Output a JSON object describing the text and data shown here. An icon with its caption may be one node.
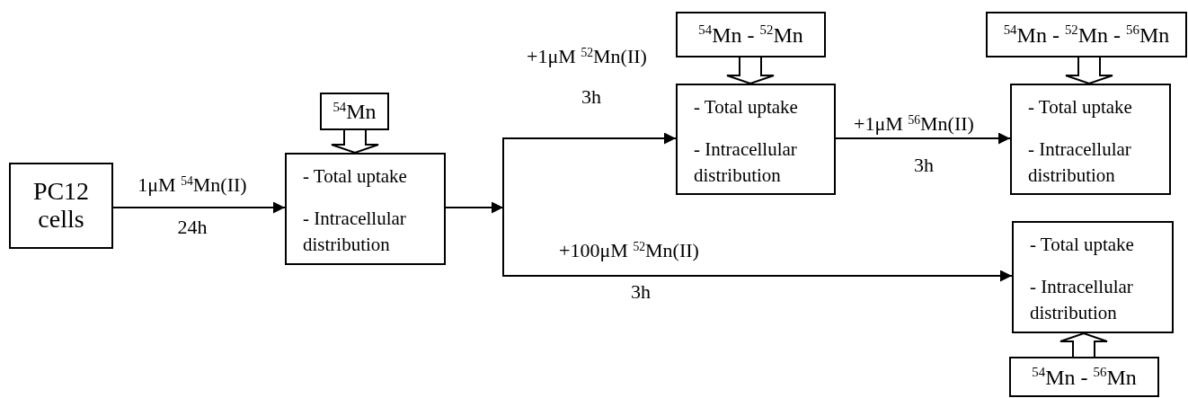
{
  "diagram": {
    "nodes": [
      {
        "text": [
          "PC12 cells"
        ]
      },
      {
        "text": [
          "$^{54}$Mn"
        ]
      },
      {
        "text": [
          "- Total uptake",
          "- Intracellular distribution"
        ]
      },
      {
        "text": [
          "$^{54}$Mn - $^{52}$Mn"
        ]
      },
      {
        "text": [
          "- Total uptake",
          "- Intracellular distribution"
        ]
      },
      {
        "text": [
          "$^{54}$Mn - $^{52}$Mn - $^{56}$Mn"
        ]
      },
      {
        "text": [
          "- Total uptake",
          "- Intracellular distribution"
        ]
      },
      {
        "text": [
          "- Total uptake",
          "- Intracellular distribution"
        ]
      },
      {
        "text": [
          "$^{54}$Mn - $^{56}$Mn"
        ]
      }
    ],
    "edges": [
      {
        "from": 0,
        "to": 2,
        "arrow": "to",
        "label": "1μM $^{54}$Mn(II)"
      },
      {
        "from": 1,
        "to": 2,
        "arrow": "to",
        "style": "thick"
      },
      {
        "from": 2,
        "to": 4,
        "arrow": "to",
        "label": "+1μM $^{52}$Mn(II)"
      },
      {
        "from": 2,
        "to": 7,
        "arrow": "to",
        "label": "+100μM $^{52}$Mn(II)"
      },
      {
        "from": 3,
        "to": 4,
        "arrow": "to",
        "style": "thick"
      },
      {
        "from": 4,
        "to": 6,
        "arrow": "to",
        "label": "+1μM $^{56}$Mn(II)"
      },
      {
        "from": 5,
        "to": 6,
        "arrow": "to",
        "style": "thick"
      },
      {
        "from": 8,
        "to": 7,
        "arrow": "to",
        "style": "thick"
      }
    ],
    "labels": [
      "24h",
      "3h",
      "3h",
      "3h"
    ]
  }
}
